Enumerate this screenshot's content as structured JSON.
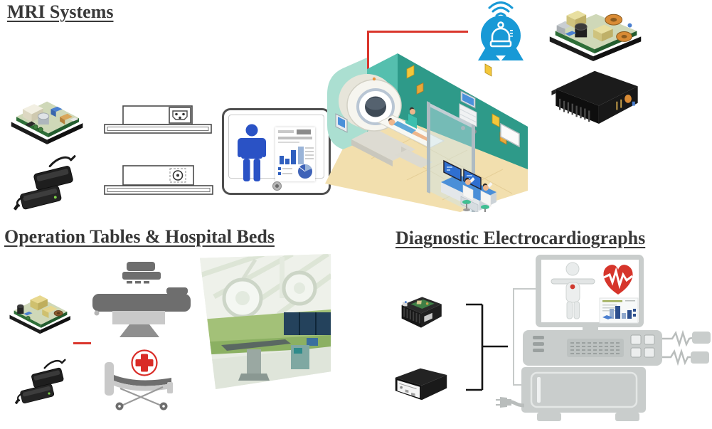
{
  "sections": {
    "mri": {
      "title": "MRI Systems",
      "illustrations": [
        "open-frame-psu",
        "desktop-power-adapters",
        "rear-panel-iec-inlet",
        "rear-panel-dc-jack",
        "tablet-patient-report",
        "mri-room-isometric",
        "mri-scanner-badge",
        "open-frame-psu-orange",
        "enclosed-chassis-psu"
      ]
    },
    "operation": {
      "title": "Operation Tables & Hospital Beds",
      "illustrations": [
        "open-frame-psu",
        "desktop-power-adapters",
        "operation-table-pictogram",
        "red-cross-badge",
        "hospital-bed-pictogram",
        "operating-room-photo"
      ]
    },
    "ecg": {
      "title": "Diagnostic Electrocardiographs",
      "illustrations": [
        "u-channel-psu",
        "enclosed-box-psu",
        "bracket-connector",
        "ecg-machine-monitor-person-heart",
        "power-plug",
        "electrode-leads"
      ]
    }
  },
  "colors": {
    "title_text": "#383838",
    "connector_red": "#da362c",
    "connector_black": "#141414",
    "badge_blue": "#1899d6",
    "pictogram_blue": "#2a52c5",
    "cross_red": "#d92b26",
    "wall_teal": "#2e9a89",
    "wall_teal_light": "#55bfae",
    "floor_tan": "#f2dfae",
    "machine_gray": "#c9cdcc",
    "icon_gray_dark": "#6e6e6e",
    "icon_gray_light": "#c9c9c9"
  }
}
